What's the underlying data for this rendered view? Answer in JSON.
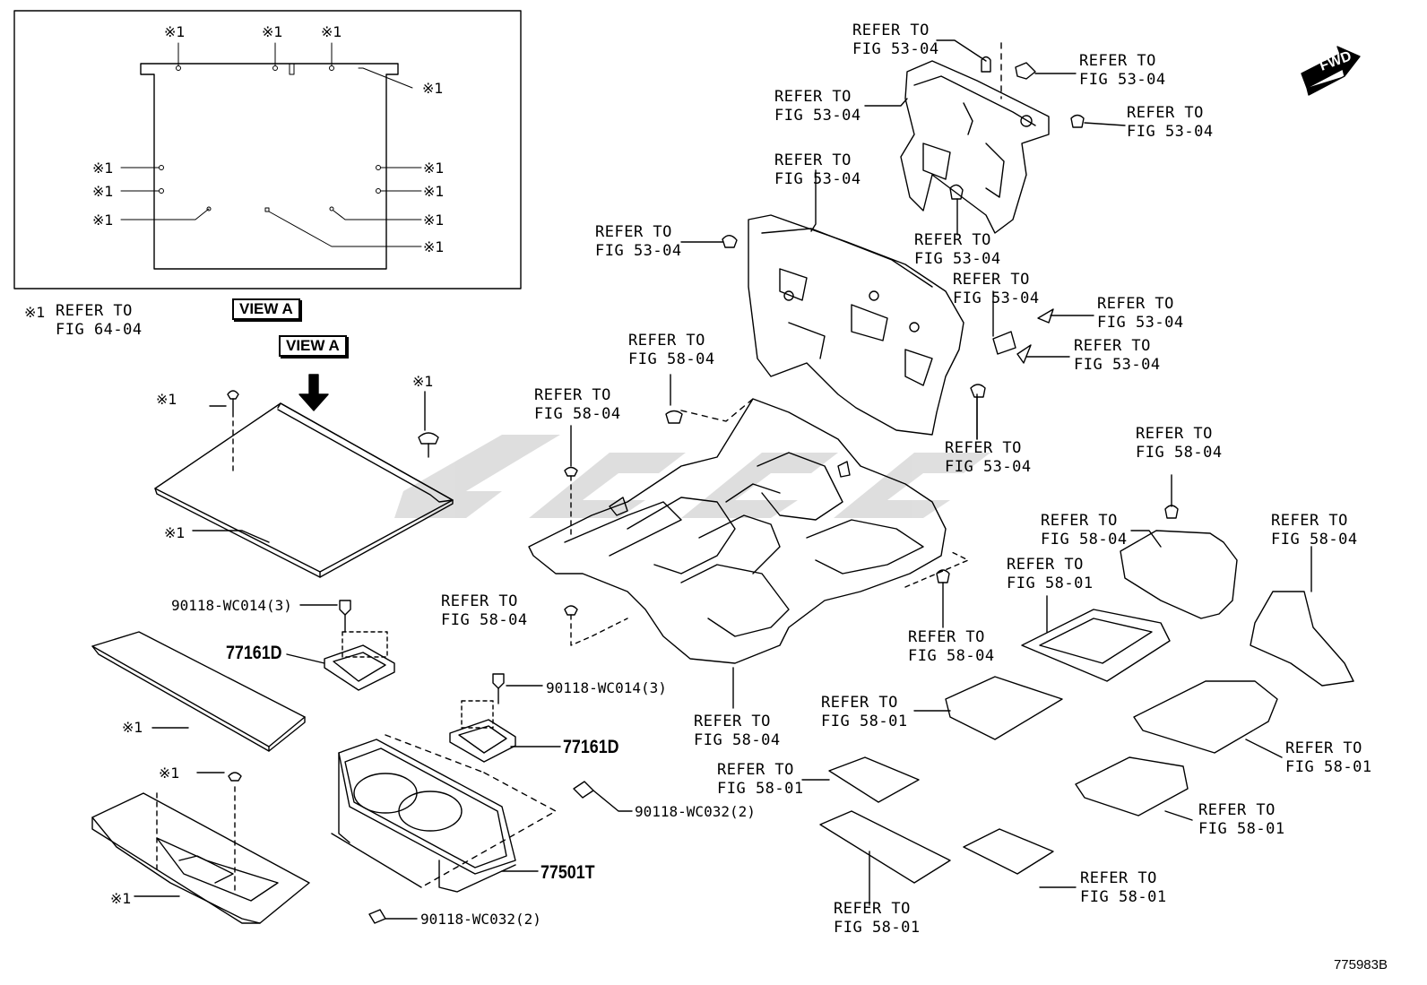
{
  "diagram_id": "775983B",
  "fwd_label": "FWD",
  "view_label": "VIEW A",
  "view_arrow_label": "VIEW A",
  "mark": "※1",
  "legend": {
    "mark": "※1",
    "line1": "REFER TO",
    "line2": "FIG 64-04"
  },
  "refs": {
    "r1": [
      "REFER TO",
      "FIG 53-04"
    ],
    "r2": [
      "REFER TO",
      "FIG 53-04"
    ],
    "r3": [
      "REFER TO",
      "FIG 53-04"
    ],
    "r4": [
      "REFER TO",
      "FIG 53-04"
    ],
    "r5": [
      "REFER TO",
      "FIG 53-04"
    ],
    "r6": [
      "REFER TO",
      "FIG 53-04"
    ],
    "r7": [
      "REFER TO",
      "FIG 53-04"
    ],
    "r8": [
      "REFER TO",
      "FIG 53-04"
    ],
    "r9": [
      "REFER TO",
      "FIG 53-04"
    ],
    "r10": [
      "REFER TO",
      "FIG 53-04"
    ],
    "r11": [
      "REFER TO",
      "FIG 53-04"
    ],
    "r12": [
      "REFER TO",
      "FIG 58-04"
    ],
    "r13": [
      "REFER TO",
      "FIG 58-04"
    ],
    "r14": [
      "REFER TO",
      "FIG 58-04"
    ],
    "r15": [
      "REFER TO",
      "FIG 58-04"
    ],
    "r16": [
      "REFER TO",
      "FIG 58-04"
    ],
    "r17": [
      "REFER TO",
      "FIG 58-04"
    ],
    "r18": [
      "REFER TO",
      "FIG 58-04"
    ],
    "r19": [
      "REFER TO",
      "FIG 58-04"
    ],
    "r20": [
      "REFER TO",
      "FIG 58-01"
    ],
    "r21": [
      "REFER TO",
      "FIG 58-01"
    ],
    "r22": [
      "REFER TO",
      "FIG 58-01"
    ],
    "r23": [
      "REFER TO",
      "FIG 58-01"
    ],
    "r24": [
      "REFER TO",
      "FIG 58-01"
    ],
    "r25": [
      "REFER TO",
      "FIG 58-01"
    ],
    "r26": [
      "REFER TO",
      "FIG 58-01"
    ]
  },
  "parts": {
    "p1": "90118-WC014(3)",
    "p2": "77161D",
    "p3": "90118-WC014(3)",
    "p4": "77161D",
    "p5": "90118-WC032(2)",
    "p6": "77501T",
    "p7": "90118-WC032(2)"
  }
}
